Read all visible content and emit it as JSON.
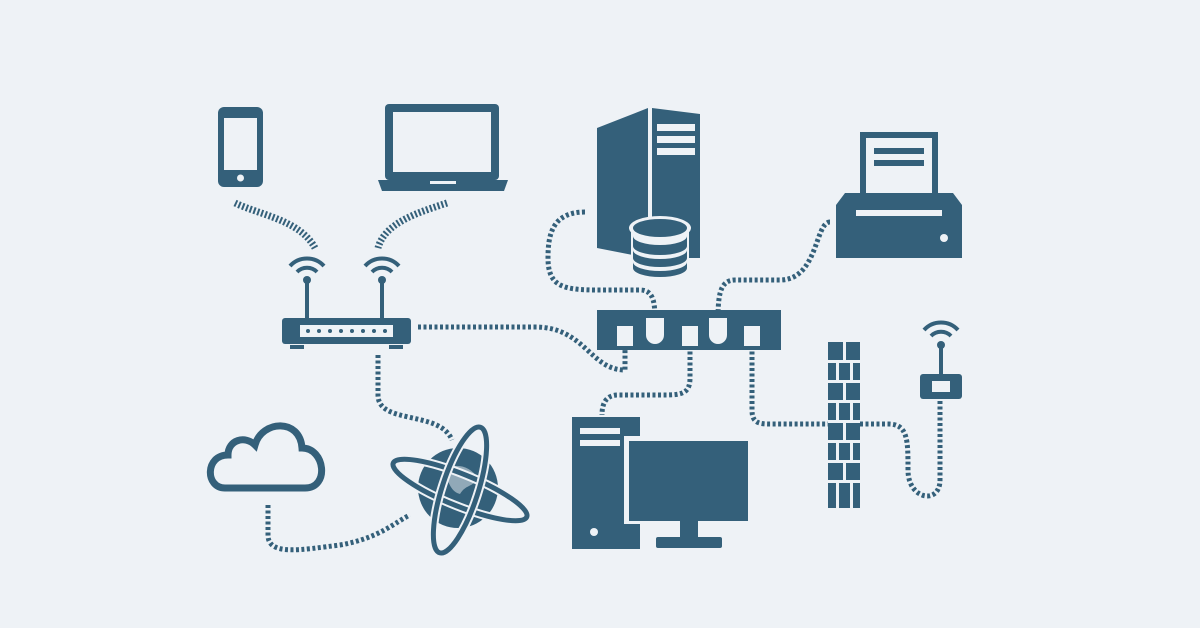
{
  "colors": {
    "background": "#eef2f6",
    "icon": "#34607a",
    "highlight": "#eef2f6"
  },
  "nodes": [
    {
      "id": "phone",
      "icon": "smartphone-icon"
    },
    {
      "id": "laptop",
      "icon": "laptop-icon"
    },
    {
      "id": "server",
      "icon": "server-database-icon"
    },
    {
      "id": "printer",
      "icon": "printer-icon"
    },
    {
      "id": "router",
      "icon": "wifi-router-icon"
    },
    {
      "id": "switch",
      "icon": "network-switch-icon"
    },
    {
      "id": "cloud",
      "icon": "cloud-icon"
    },
    {
      "id": "globe",
      "icon": "globe-internet-icon"
    },
    {
      "id": "desktop",
      "icon": "desktop-computer-icon"
    },
    {
      "id": "firewall",
      "icon": "firewall-icon"
    },
    {
      "id": "access-point",
      "icon": "wireless-access-point-icon"
    }
  ],
  "edges": [
    [
      "phone",
      "router"
    ],
    [
      "laptop",
      "router"
    ],
    [
      "router",
      "switch"
    ],
    [
      "server",
      "switch"
    ],
    [
      "printer",
      "switch"
    ],
    [
      "switch",
      "desktop"
    ],
    [
      "switch",
      "firewall"
    ],
    [
      "firewall",
      "access-point"
    ],
    [
      "router",
      "globe"
    ],
    [
      "cloud",
      "globe"
    ]
  ]
}
